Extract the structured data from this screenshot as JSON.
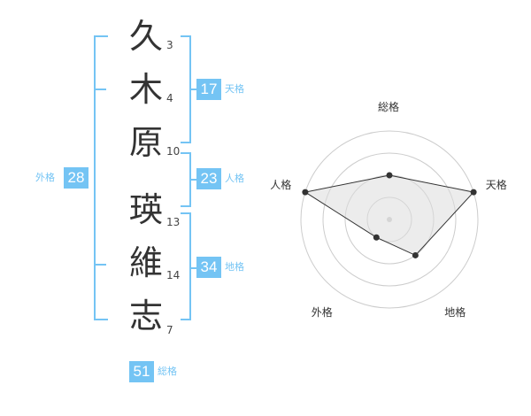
{
  "name_chars": [
    {
      "char": "久",
      "strokes": "3"
    },
    {
      "char": "木",
      "strokes": "4"
    },
    {
      "char": "原",
      "strokes": "10"
    },
    {
      "char": "瑛",
      "strokes": "13"
    },
    {
      "char": "維",
      "strokes": "14"
    },
    {
      "char": "志",
      "strokes": "7"
    }
  ],
  "kaku": {
    "tenkaku": {
      "value": "17",
      "label": "天格"
    },
    "jinkaku": {
      "value": "23",
      "label": "人格"
    },
    "chikaku": {
      "value": "34",
      "label": "地格"
    },
    "gaikaku": {
      "value": "28",
      "label": "外格"
    },
    "soukaku": {
      "value": "51",
      "label": "総格"
    }
  },
  "colors": {
    "accent": "#74c4f4",
    "text": "#333333",
    "grid": "#cccccc"
  },
  "chart_data": {
    "type": "radar",
    "axes": [
      "総格",
      "天格",
      "地格",
      "外格",
      "人格"
    ],
    "max": 4,
    "rings": 4,
    "values": [
      2,
      4,
      2,
      1,
      4
    ]
  }
}
